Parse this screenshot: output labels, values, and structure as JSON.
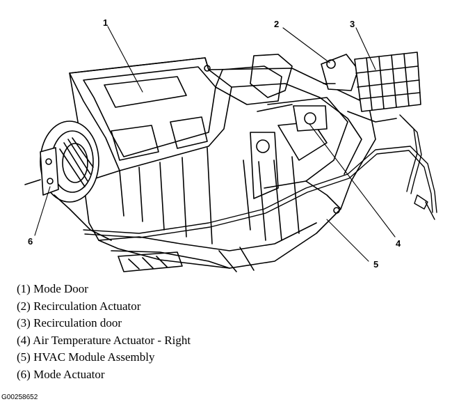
{
  "callouts": [
    "1",
    "2",
    "3",
    "4",
    "5",
    "6"
  ],
  "legend": [
    "(1) Mode Door",
    "(2) Recirculation Actuator",
    "(3) Recirculation door",
    "(4) Air Temperature Actuator - Right",
    "(5) HVAC Module Assembly",
    "(6) Mode Actuator"
  ],
  "figure_code": "G00258652"
}
